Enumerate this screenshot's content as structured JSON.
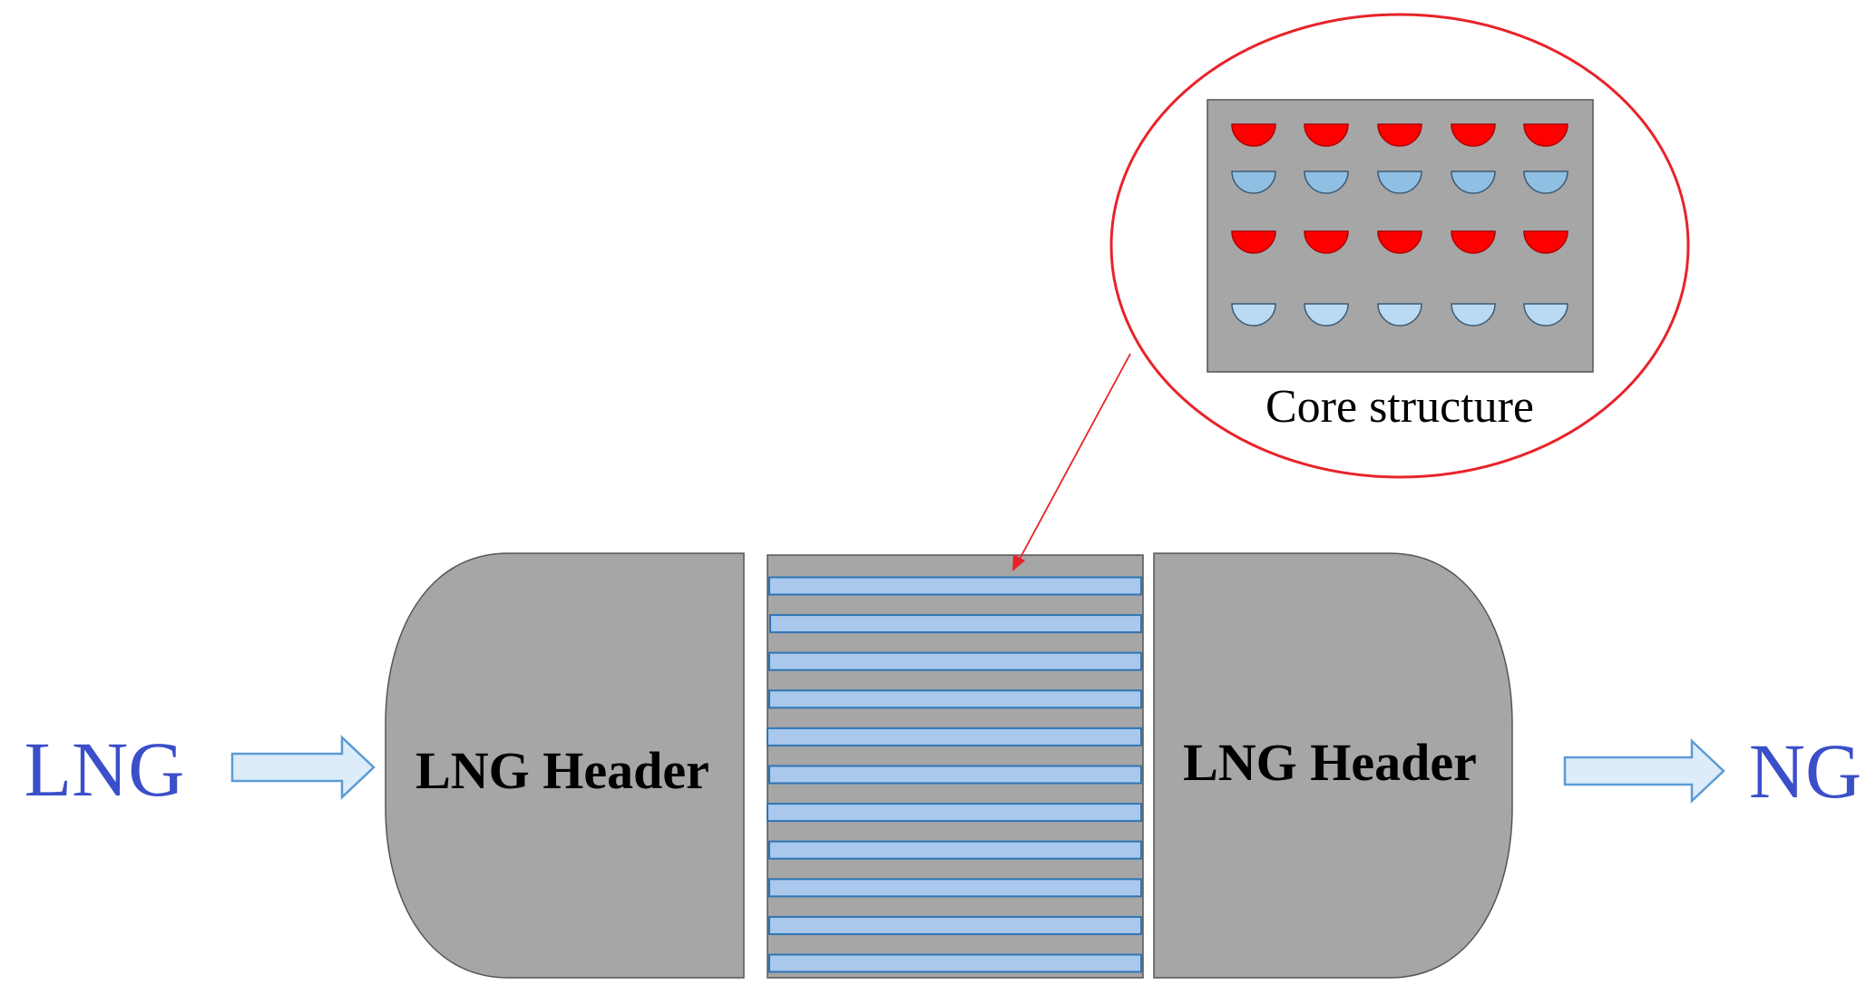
{
  "diagram": {
    "inlet_label": "LNG",
    "outlet_label": "NG",
    "left_header_label": "LNG Header",
    "right_header_label": "LNG Header",
    "core_caption": "Core structure",
    "channel_count": 11,
    "core_rows": [
      {
        "fluid": "hot",
        "count": 5
      },
      {
        "fluid": "cold",
        "count": 5
      },
      {
        "fluid": "hot",
        "count": 5
      },
      {
        "fluid": "cold",
        "count": 5
      }
    ]
  },
  "colors": {
    "label_blue": "#3a4fc9",
    "header_gray": "#a6a6a6",
    "channel_blue": "#a9c8ec",
    "channel_border": "#2e75b6",
    "hot_red": "#ff0000",
    "cold_blue_dark": "#8fbfe3",
    "cold_blue_light": "#b9daf2",
    "callout_red": "#e8232a",
    "arrow_fill": "#dcecf8",
    "arrow_stroke": "#5b9bd5"
  }
}
